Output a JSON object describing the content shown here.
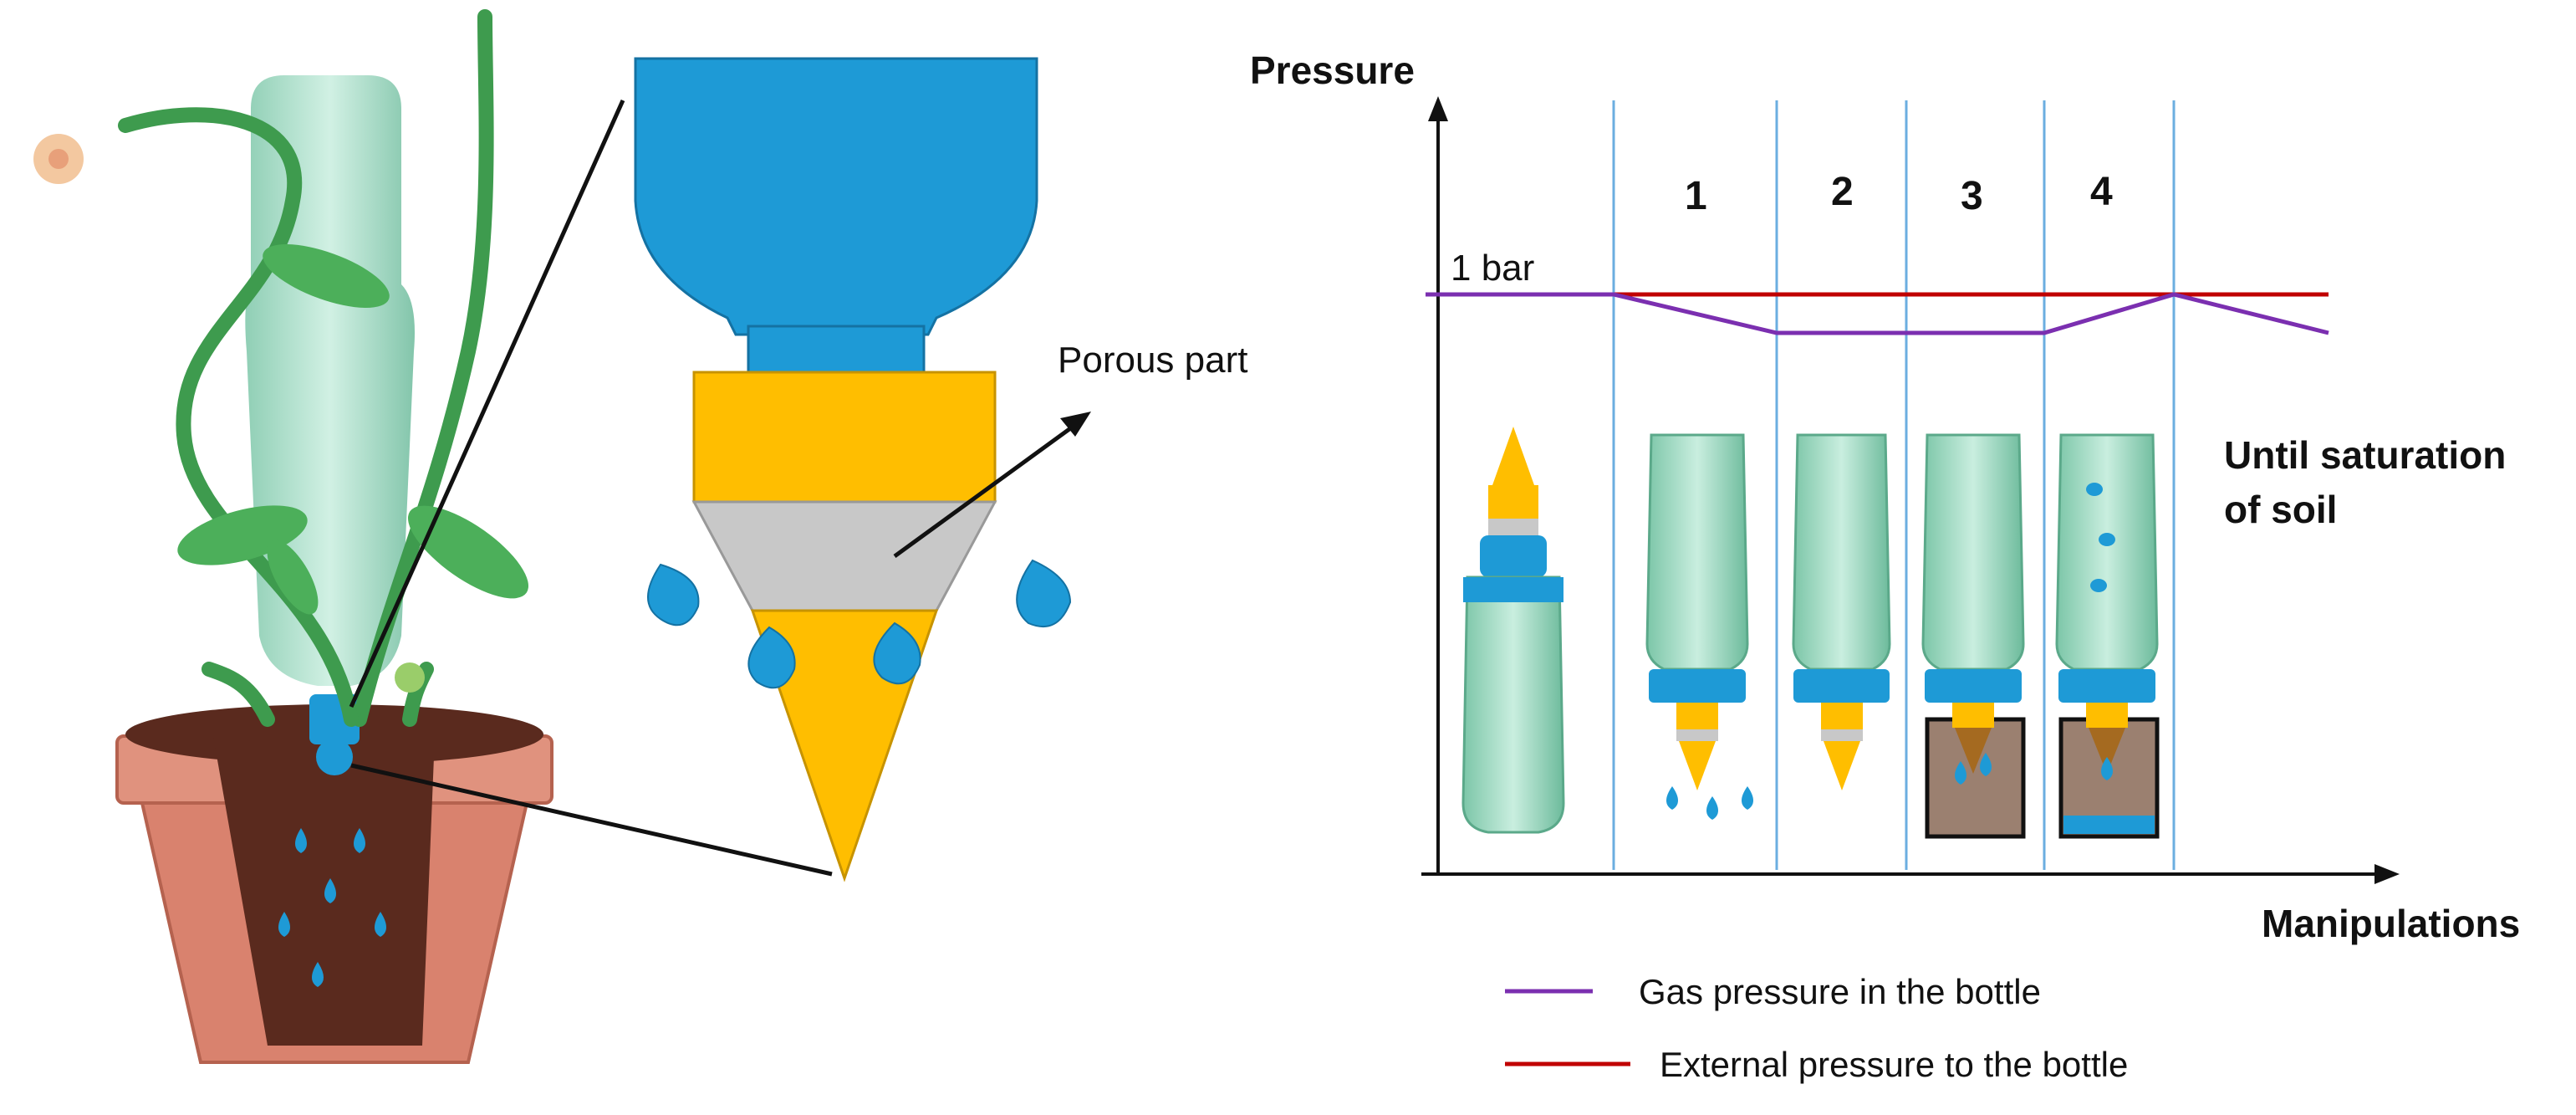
{
  "diagram": {
    "callout_label": "Porous part",
    "graph": {
      "y_axis_label": "Pressure",
      "x_axis_label": "Manipulations",
      "reference_label": "1 bar",
      "step_labels": [
        "1",
        "2",
        "3",
        "4"
      ],
      "end_note_line1": "Until saturation",
      "end_note_line2": "of soil"
    },
    "legend": [
      {
        "label": "Gas pressure in the bottle",
        "color": "#7B2FB0"
      },
      {
        "label": "External pressure to the bottle",
        "color": "#C00000"
      }
    ],
    "colors": {
      "cap_blue": "#1E9AD6",
      "porous_yellow": "#FFBE00",
      "porous_gray": "#C8C8C8",
      "pot": "#D9826E",
      "soil": "#5A2A1E",
      "plant_green": "#3E9B4E",
      "bottle_green": "#A8D8C6",
      "divider_blue": "#6BAEE0"
    }
  }
}
